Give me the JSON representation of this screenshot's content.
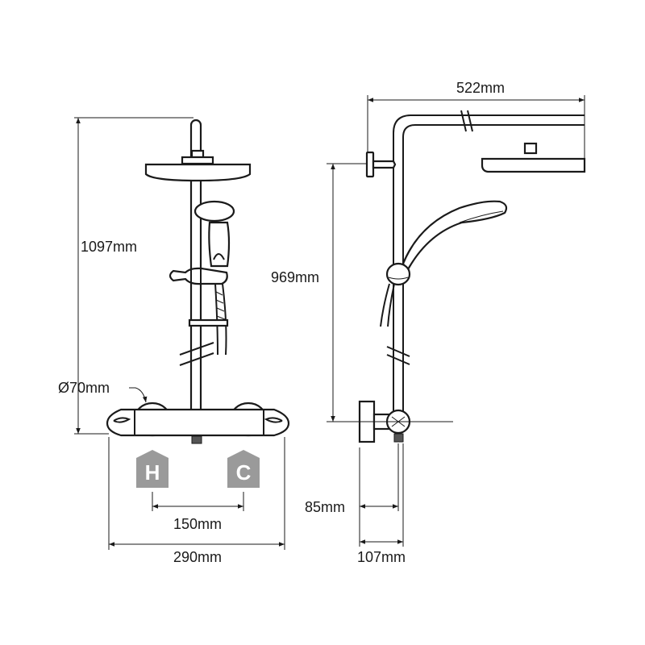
{
  "front_view": {
    "height_label": "1097mm",
    "knob_diameter_label": "Ø70mm",
    "inlet_spacing_label": "150mm",
    "width_label": "290mm",
    "hot_badge": "H",
    "cold_badge": "C"
  },
  "side_view": {
    "arm_reach_label": "522mm",
    "bracket_height_label": "969mm",
    "valve_depth_label": "85mm",
    "overall_depth_label": "107mm"
  },
  "colors": {
    "line": "#1a1a1a",
    "badge": "#9a9a9a"
  }
}
